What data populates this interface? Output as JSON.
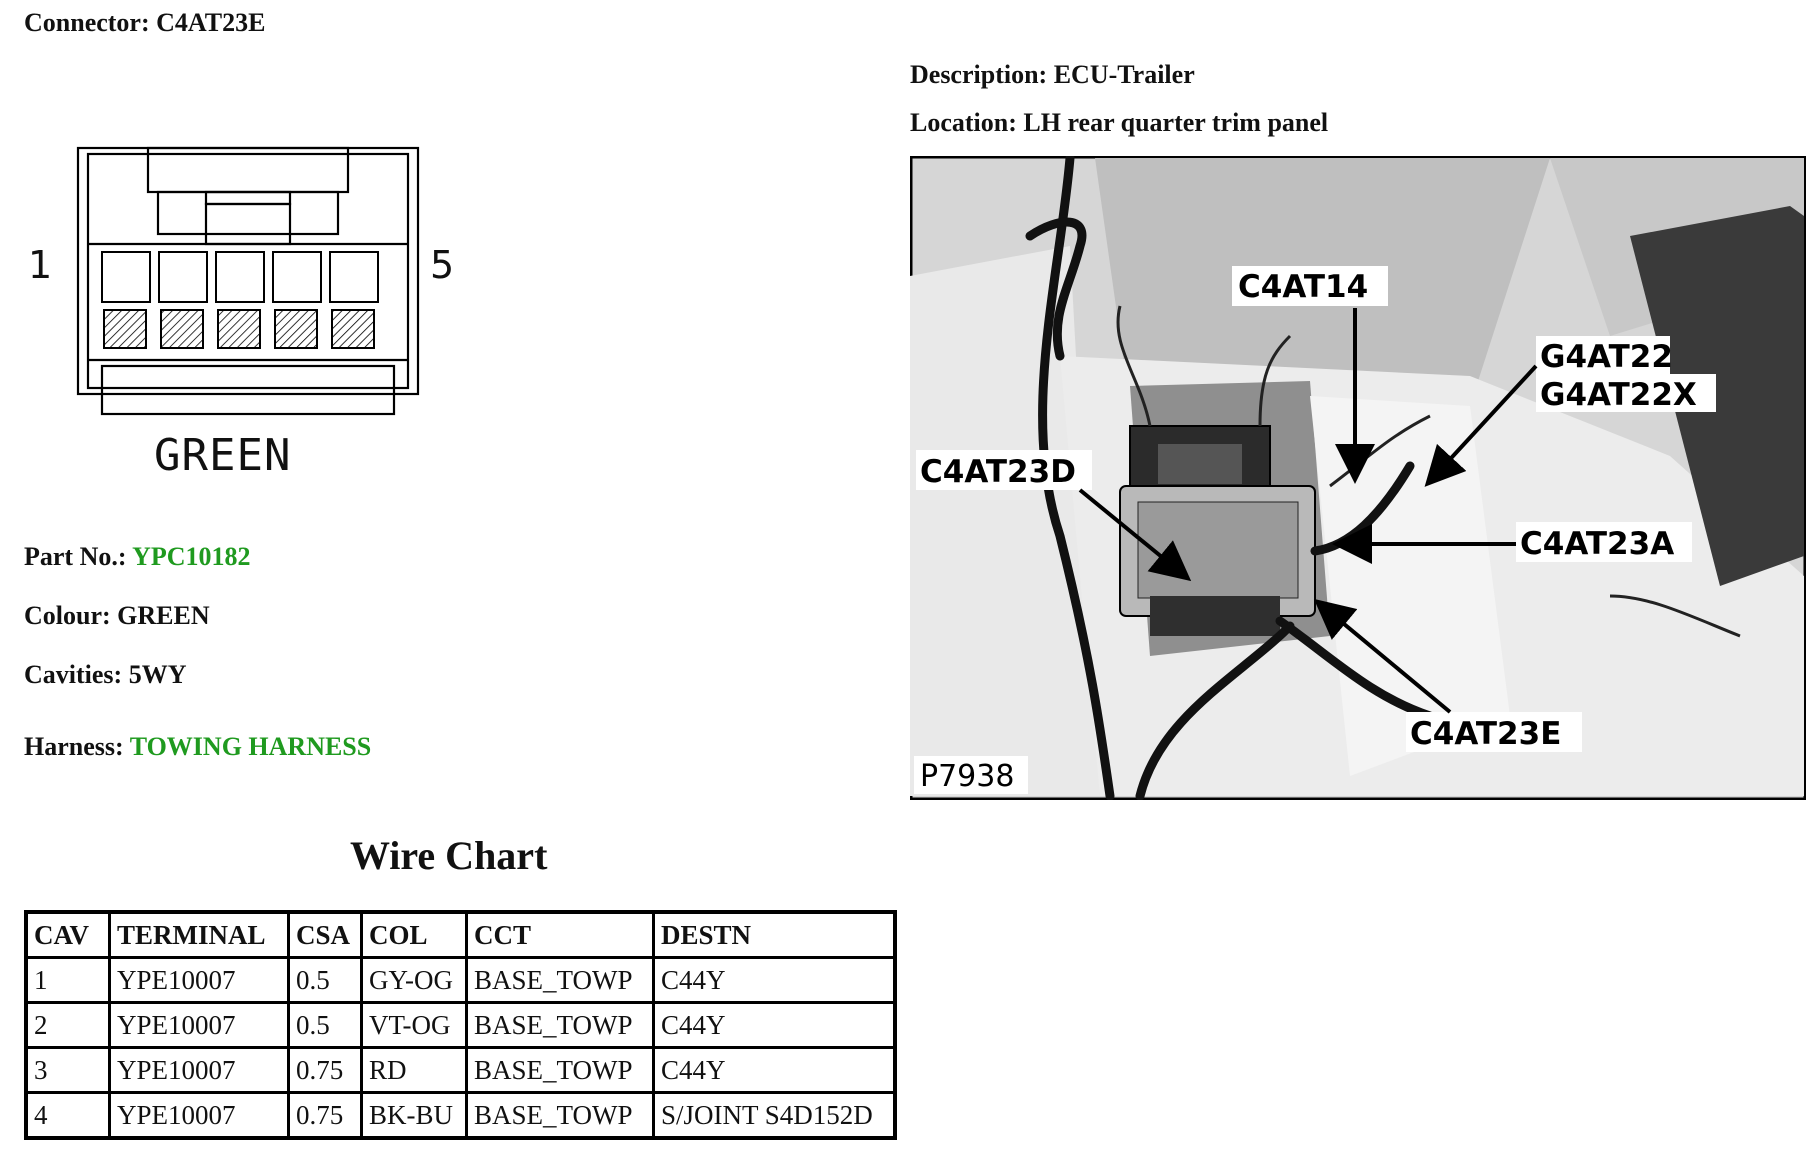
{
  "connector": {
    "label": "Connector:",
    "value": "C4AT23E"
  },
  "description": {
    "label": "Description:",
    "value": "ECU-Trailer"
  },
  "location": {
    "label": "Location:",
    "value": "LH rear quarter trim panel"
  },
  "diagram": {
    "pin_left": "1",
    "pin_right": "5",
    "colour_text": "GREEN"
  },
  "part_no": {
    "label": "Part No.:",
    "value": "YPC10182"
  },
  "colour": {
    "label": "Colour:",
    "value": "GREEN"
  },
  "cavities": {
    "label": "Cavities:",
    "value": "5WY"
  },
  "harness": {
    "label": "Harness:",
    "value": "TOWING HARNESS"
  },
  "wire_chart": {
    "title": "Wire Chart",
    "headers": [
      "CAV",
      "TERMINAL",
      "CSA",
      "COL",
      "CCT",
      "DESTN"
    ],
    "rows": [
      [
        "1",
        "YPE10007",
        "0.5",
        "GY-OG",
        "BASE_TOWP",
        "C44Y"
      ],
      [
        "2",
        "YPE10007",
        "0.5",
        "VT-OG",
        "BASE_TOWP",
        "C44Y"
      ],
      [
        "3",
        "YPE10007",
        "0.75",
        "RD",
        "BASE_TOWP",
        "C44Y"
      ],
      [
        "4",
        "YPE10007",
        "0.75",
        "BK-BU",
        "BASE_TOWP",
        "S/JOINT S4D152D"
      ]
    ]
  },
  "photo": {
    "callouts": [
      "C4AT14",
      "G4AT22",
      "G4AT22X",
      "C4AT23D",
      "C4AT23A",
      "C4AT23E"
    ],
    "figure_id": "P7938"
  },
  "colors": {
    "link_green": "#1f9a1f",
    "photo_gray": "#d9d9d9"
  }
}
